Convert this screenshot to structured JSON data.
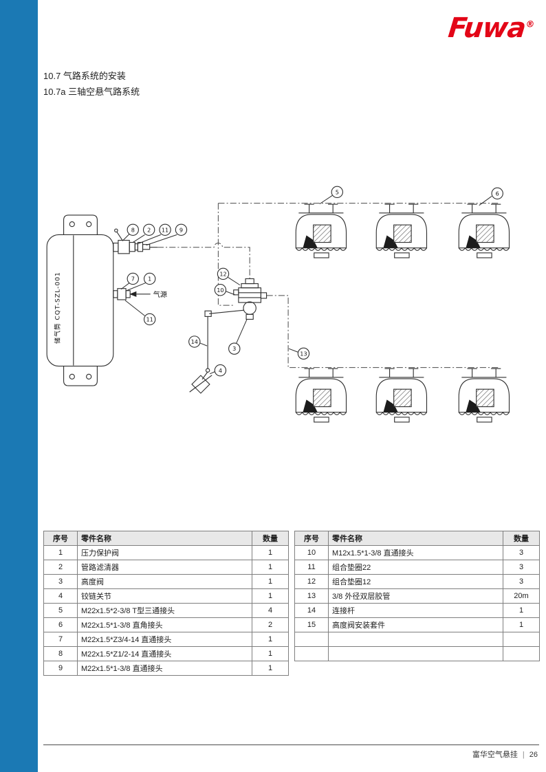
{
  "brand": {
    "logo_text": "Fuwa",
    "registered_mark": "®"
  },
  "headings": {
    "section": "10.7 气路系统的安装",
    "subsection": "10.7a 三轴空悬气路系统"
  },
  "diagram": {
    "tank_label": "储气筒 CQT-SZL-001",
    "air_source_label": "气源",
    "callouts": {
      "c1": "1",
      "c2": "2",
      "c3": "3",
      "c4": "4",
      "c5": "5",
      "c6": "6",
      "c7": "7",
      "c8": "8",
      "c9": "9",
      "c10": "10",
      "c11": "11",
      "c12": "12",
      "c13": "13",
      "c14": "14"
    }
  },
  "tables": {
    "left": {
      "headers": [
        "序号",
        "零件名称",
        "数量"
      ],
      "rows": [
        [
          "1",
          "压力保护阀",
          "1"
        ],
        [
          "2",
          "管路滤清器",
          "1"
        ],
        [
          "3",
          "高度阀",
          "1"
        ],
        [
          "4",
          "铰链关节",
          "1"
        ],
        [
          "5",
          "M22x1.5*2-3/8 T型三通接头",
          "4"
        ],
        [
          "6",
          "M22x1.5*1-3/8 直角接头",
          "2"
        ],
        [
          "7",
          "M22x1.5*Z3/4-14 直通接头",
          "1"
        ],
        [
          "8",
          "M22x1.5*Z1/2-14 直通接头",
          "1"
        ],
        [
          "9",
          "M22x1.5*1-3/8 直通接头",
          "1"
        ]
      ]
    },
    "right": {
      "headers": [
        "序号",
        "零件名称",
        "数量"
      ],
      "rows": [
        [
          "10",
          "M12x1.5*1-3/8 直通接头",
          "3"
        ],
        [
          "11",
          "组合垫圈22",
          "3"
        ],
        [
          "12",
          "组合垫圈12",
          "3"
        ],
        [
          "13",
          "3/8 外径双层胶管",
          "20m"
        ],
        [
          "14",
          "连接杆",
          "1"
        ],
        [
          "15",
          "高度阀安装套件",
          "1"
        ],
        [
          "",
          "",
          ""
        ],
        [
          "",
          "",
          ""
        ]
      ]
    }
  },
  "footer": {
    "brand": "富华空气悬挂",
    "separator": "|",
    "page_number": "26"
  }
}
